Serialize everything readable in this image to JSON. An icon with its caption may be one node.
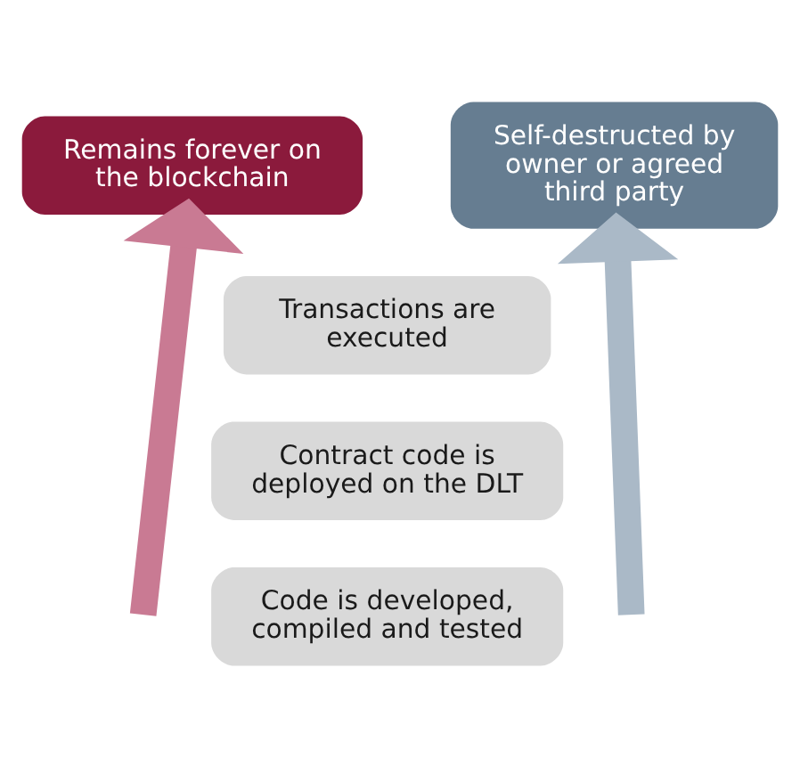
{
  "diagram": {
    "nodes": [
      {
        "text": [
          "Remains forever on the blockchain"
        ]
      },
      {
        "text": [
          "Self-destructed by owner or agreed third party"
        ]
      },
      {
        "text": [
          "Transactions are executed"
        ]
      },
      {
        "text": [
          "Contract code is deployed on the DLT"
        ]
      },
      {
        "text": [
          "Code is developed, compiled and tested"
        ]
      }
    ],
    "edges": [
      {
        "from": null,
        "to": 0,
        "arrow": "to",
        "color": "#c97a93"
      },
      {
        "from": null,
        "to": 1,
        "arrow": "to",
        "color": "#aab9c7"
      }
    ]
  }
}
